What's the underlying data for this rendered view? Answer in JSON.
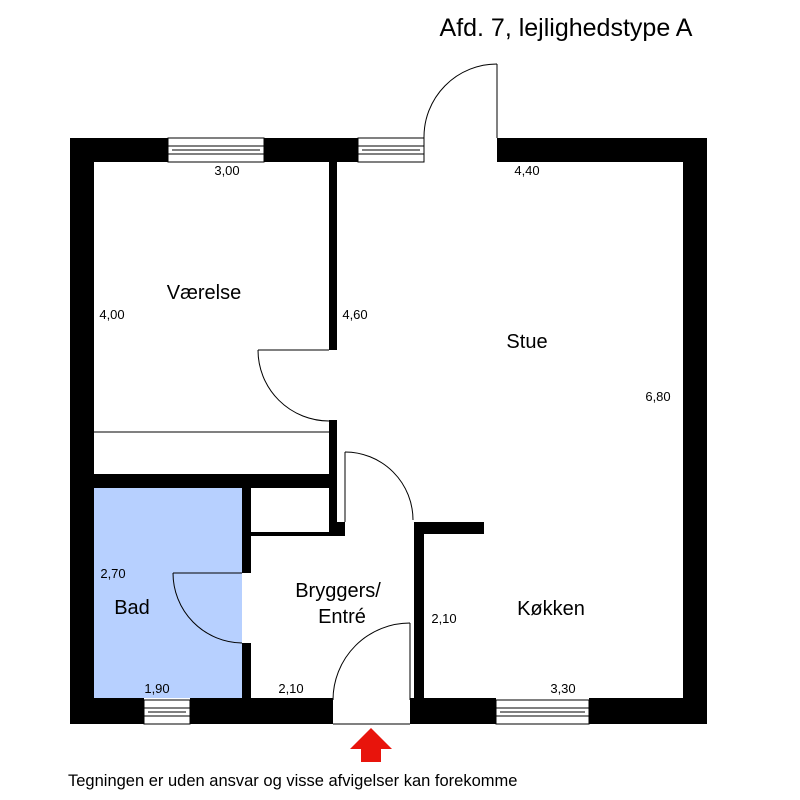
{
  "title": "Afd. 7, lejlighedstype A",
  "rooms": {
    "vaerelse": "Værelse",
    "stue": "Stue",
    "bad": "Bad",
    "bryggers_line1": "Bryggers/",
    "bryggers_line2": "Entré",
    "koekken": "Køkken"
  },
  "dimensions": {
    "vaerelse_width": "3,00",
    "vaerelse_depth": "4,00",
    "stue_width": "4,40",
    "stue_left": "4,60",
    "stue_depth": "6,80",
    "bad_height": "2,70",
    "bad_width": "1,90",
    "bryggers_width": "2,10",
    "koekken_left": "2,10",
    "koekken_width": "3,30"
  },
  "disclaimer": "Tegningen er uden ansvar og visse afvigelser kan forekomme",
  "colors": {
    "wall": "#000000",
    "bad_fill": "#b7d0ff",
    "entrance_arrow": "#e8140c"
  },
  "icons": {
    "entrance": "entrance-arrow-icon"
  }
}
